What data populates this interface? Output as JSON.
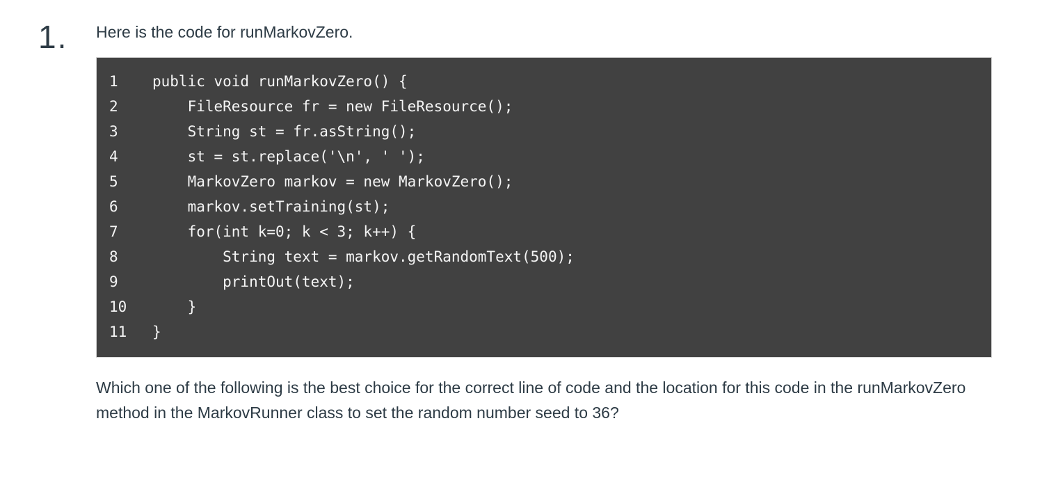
{
  "question": {
    "number": "1.",
    "prompt": "Here is the code for runMarkovZero.",
    "body_text": "Which one of the following is the best choice for the correct line of code and the location for this code in the runMarkovZero method in the MarkovRunner class to set the random number seed to 36?"
  },
  "code_block": {
    "language": "java",
    "background_color": "#414141",
    "text_color": "#f4f4f4",
    "border_color": "#d6d6d6",
    "lines": [
      {
        "number": "1",
        "text": "public void runMarkovZero() {"
      },
      {
        "number": "2",
        "text": "    FileResource fr = new FileResource();"
      },
      {
        "number": "3",
        "text": "    String st = fr.asString();"
      },
      {
        "number": "4",
        "text": "    st = st.replace('\\n', ' ');"
      },
      {
        "number": "5",
        "text": "    MarkovZero markov = new MarkovZero();"
      },
      {
        "number": "6",
        "text": "    markov.setTraining(st);"
      },
      {
        "number": "7",
        "text": "    for(int k=0; k < 3; k++) {"
      },
      {
        "number": "8",
        "text": "        String text = markov.getRandomText(500);"
      },
      {
        "number": "9",
        "text": "        printOut(text);"
      },
      {
        "number": "10",
        "text": "    }"
      },
      {
        "number": "11",
        "text": "}"
      }
    ]
  }
}
